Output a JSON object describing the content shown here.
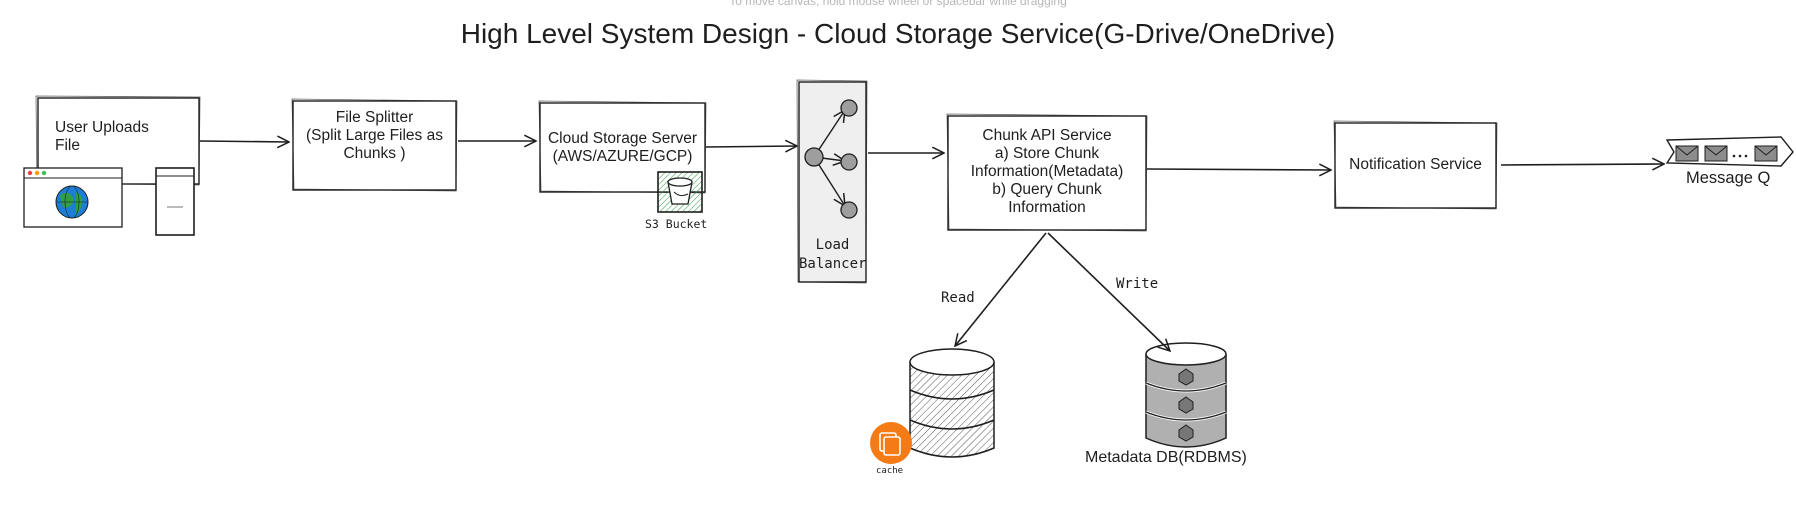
{
  "canvas": {
    "hint": "To move canvas, hold mouse wheel or spacebar while dragging",
    "title": "High Level System Design - Cloud Storage Service(G-Drive/OneDrive)"
  },
  "nodes": {
    "user_uploads": {
      "line1": "User Uploads",
      "line2": "File"
    },
    "file_splitter": {
      "line1": "File Splitter",
      "line2": "(Split Large Files as",
      "line3": "Chunks )"
    },
    "cloud_storage": {
      "line1": "Cloud Storage Server",
      "line2": "(AWS/AZURE/GCP)",
      "bucket_label": "S3 Bucket"
    },
    "load_balancer": {
      "line1": "Load",
      "line2": "Balancer"
    },
    "chunk_api": {
      "line1": "Chunk API Service",
      "line2": "a) Store Chunk",
      "line3": "Information(Metadata)",
      "line4": "b) Query Chunk",
      "line5": "Information"
    },
    "notification": {
      "label": "Notification Service"
    },
    "message_q": {
      "label": "Message Q"
    },
    "cache_db": {
      "cache_label": "cache"
    },
    "metadata_db": {
      "label": "Metadata DB(RDBMS)"
    }
  },
  "edges": {
    "read": "Read",
    "write": "Write"
  },
  "colors": {
    "stroke": "#1e1e1e",
    "hint": "#b7b7b7",
    "cache": "#f47b16",
    "bucket": "#2f9e44",
    "lb_fill": "#efefef",
    "globe": "#1c7ed6",
    "db_gray": "#b0b0b0"
  }
}
